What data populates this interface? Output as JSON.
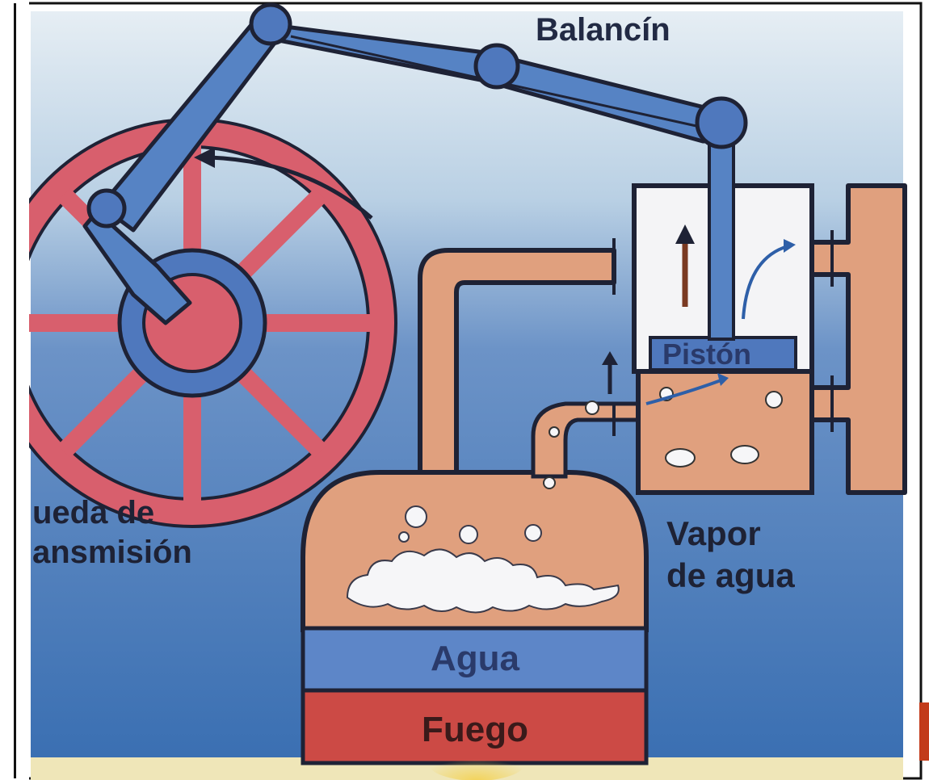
{
  "labels": {
    "balancin": "Balancín",
    "rueda_line1": "ueda de",
    "rueda_line2": "ansmisión",
    "piston": "Pistón",
    "vapor_line1": "Vapor",
    "vapor_line2": "de agua",
    "agua": "Agua",
    "fuego": "Fuego"
  },
  "colors": {
    "background_top": "#dfe9f1",
    "background_bottom": "#3a6fb2",
    "copper": "#e0a07e",
    "copper_outline": "#2a2a3a",
    "beam_blue": "#5683c4",
    "wheel_red": "#d85f6d",
    "water_blue": "#5d86c8",
    "fire_red": "#cc4a45",
    "cylinder_white": "#f4f4f6"
  }
}
